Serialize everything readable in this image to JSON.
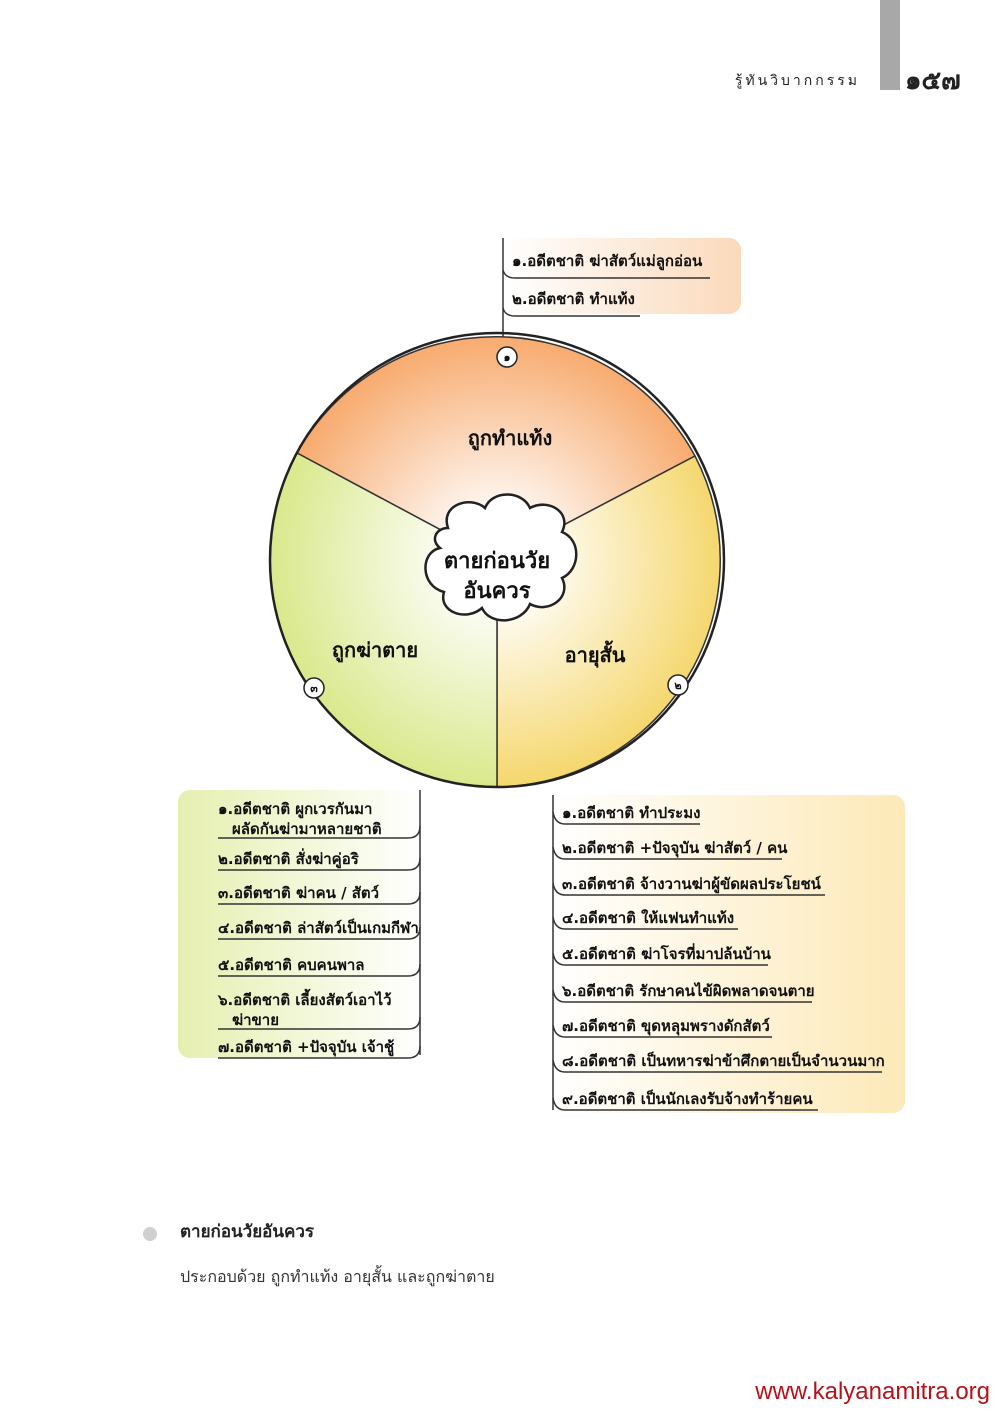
{
  "header": {
    "section_title": "รู้ทันวิบากกรรม",
    "page_number": "๑๕๗"
  },
  "diagram": {
    "center": {
      "line1": "ตายก่อนวัย",
      "line2": "อันควร"
    },
    "segments": [
      {
        "number": "๑",
        "label": "ถูกทำแท้ง",
        "color": "#f7a86a"
      },
      {
        "number": "๒",
        "label": "อายุสั้น",
        "color": "#f5d66a"
      },
      {
        "number": "๓",
        "label": "ถูกฆ่าตาย",
        "color": "#d9e88a"
      }
    ],
    "branch_top": [
      "๑.อดีตชาติ ฆ่าสัตว์แม่ลูกอ่อน",
      "๒.อดีตชาติ ทำแท้ง"
    ],
    "branch_left": [
      [
        "๑.อดีตชาติ ผูกเวรกันมา",
        "ผลัดกันฆ่ามาหลายชาติ"
      ],
      [
        "๒.อดีตชาติ สั่งฆ่าคู่อริ"
      ],
      [
        "๓.อดีตชาติ ฆ่าคน / สัตว์"
      ],
      [
        "๔.อดีตชาติ ล่าสัตว์เป็นเกมกีฬา"
      ],
      [
        "๕.อดีตชาติ คบคนพาล"
      ],
      [
        "๖.อดีตชาติ เลี้ยงสัตว์เอาไว้",
        "ฆ่าขาย"
      ],
      [
        "๗.อดีตชาติ +ปัจจุบัน เจ้าชู้"
      ]
    ],
    "branch_right": [
      "๑.อดีตชาติ ทำประมง",
      "๒.อดีตชาติ +ปัจจุบัน ฆ่าสัตว์ / คน",
      "๓.อดีตชาติ จ้างวานฆ่าผู้ขัดผลประโยชน์",
      "๔.อดีตชาติ ให้แฟนทำแท้ง",
      "๕.อดีตชาติ ฆ่าโจรที่มาปล้นบ้าน",
      "๖.อดีตชาติ รักษาคนไข้ผิดพลาดจนตาย",
      "๗.อดีตชาติ ขุดหลุมพรางดักสัตว์",
      "๘.อดีตชาติ เป็นทหารฆ่าข้าศึกตายเป็นจำนวนมาก",
      "๙.อดีตชาติ เป็นนักเลงรับจ้างทำร้ายคน"
    ]
  },
  "caption": {
    "title": "ตายก่อนวัยอันควร",
    "body": "ประกอบด้วย ถูกทำแท้ง อายุสั้น และถูกฆ่าตาย"
  },
  "footer": {
    "url": "www.kalyanamitra.org"
  }
}
